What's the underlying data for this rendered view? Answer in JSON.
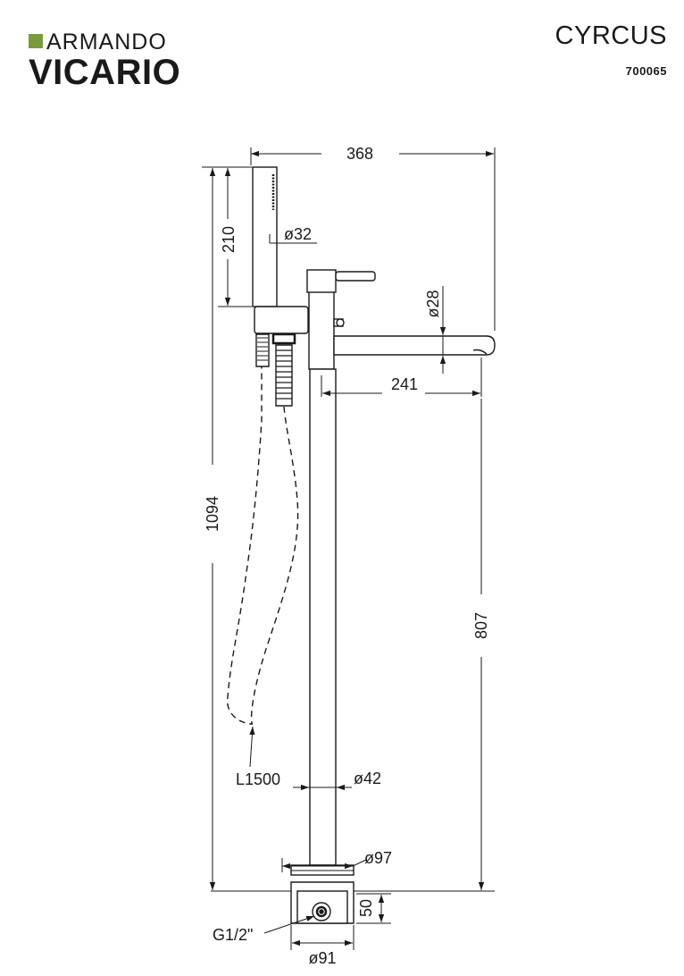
{
  "brand": {
    "line1": "ARMANDO",
    "line2": "VICARIO",
    "mark_color": "#7a9c3a",
    "mark_icon": "brand-leaf-icon"
  },
  "product": {
    "name": "CYRCUS",
    "code": "700065"
  },
  "dimensions": {
    "overall_width": "368",
    "total_height": "1094",
    "handshower_length": "210",
    "handshower_diameter": "ø32",
    "spout_diameter": "ø28",
    "spout_reach": "241",
    "spout_height": "807",
    "hose_length": "L1500",
    "column_diameter": "ø42",
    "rosette_diameter": "ø97",
    "box_height": "50",
    "connection": "G1/2\"",
    "box_diameter": "ø91"
  }
}
